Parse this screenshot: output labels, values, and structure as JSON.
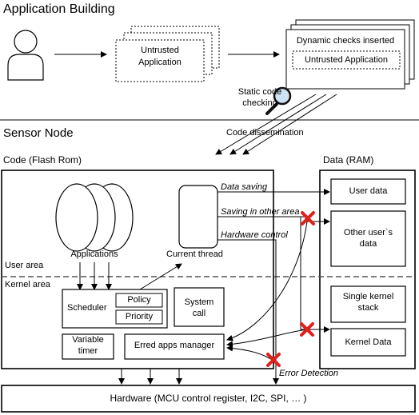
{
  "titles": {
    "application_building": "Application Building",
    "sensor_node": "Sensor Node"
  },
  "app_building": {
    "untrusted_app_line1": "Untrusted",
    "untrusted_app_line2": "Application",
    "dynamic_checks": "Dynamic checks inserted",
    "untrusted_application": "Untrusted Application",
    "static_check_line1": "Static code",
    "static_check_line2": "checking",
    "code_dissemination": "Code dissemination"
  },
  "code_section": {
    "title": "Code (Flash Rom)",
    "applications": "Applications",
    "current_thread": "Current thread",
    "user_area": "User area",
    "kernel_area": "Kernel area",
    "scheduler": "Scheduler",
    "policy": "Policy",
    "priority": "Priority",
    "system_call_line1": "System",
    "system_call_line2": "call",
    "variable_timer_line1": "Variable",
    "variable_timer_line2": "timer",
    "erred_apps_manager": "Erred apps manager"
  },
  "flows": {
    "data_saving": "Data saving",
    "saving_other_area": "Saving in other area",
    "hardware_control": "Hardware control",
    "error_detection": "Error Detection"
  },
  "data_section": {
    "title": "Data (RAM)",
    "user_data": "User data",
    "other_user_line1": "Other user`s",
    "other_user_line2": "data",
    "single_kernel_line1": "Single kernel",
    "single_kernel_line2": "stack",
    "kernel_data": "Kernel Data"
  },
  "hardware": "Hardware (MCU control register, I2C, SPI, … )",
  "colors": {
    "error_mark": "#e0201b",
    "dashed_divider": "#555555",
    "lens": "#cfe3f5"
  }
}
